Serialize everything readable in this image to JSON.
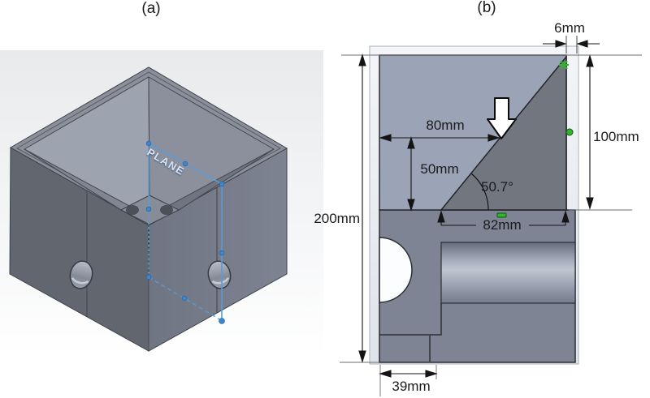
{
  "figure": {
    "panel_a": {
      "label": "(a)",
      "plane_label": "PLANE"
    },
    "panel_b": {
      "label": "(b)",
      "dims": {
        "top_wall": "6mm",
        "width_upper": "80mm",
        "height_right": "100mm",
        "height_mid": "50mm",
        "height_total": "200mm",
        "base_width": "82mm",
        "funnel_angle": "50.7°",
        "step_width": "39mm"
      }
    },
    "colors": {
      "material_section_upper": "#9ba3b6",
      "material_section_lower": "#7e8494",
      "funnel_cavity": "#72767f",
      "outer_wall_light": "#e8ebf1",
      "sketch_blue": "#5b9bd6",
      "relation_marker_green": "#2fb52f",
      "flow_arrow_fill": "#ffffff",
      "face_left": "#61666f",
      "face_top_rim": "#8a8f99"
    }
  }
}
